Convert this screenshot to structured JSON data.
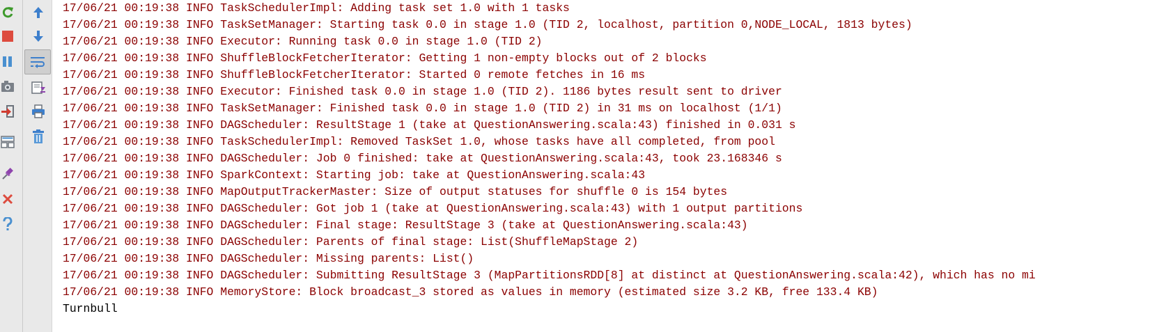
{
  "colors": {
    "toolbar_bg": "#e9e9e9",
    "log_text": "#8b0000",
    "output_text": "#000000",
    "rerun_green": "#3e9a2c",
    "stop_red": "#dd4b3e",
    "pause_blue": "#4a90d0",
    "arrow_blue": "#3d7fcc"
  },
  "toolbar_left": {
    "buttons": [
      {
        "icon": "rerun-icon"
      },
      {
        "icon": "stop-icon"
      },
      {
        "icon": "pause-icon"
      },
      {
        "icon": "camera-icon"
      },
      {
        "icon": "login-icon"
      },
      {
        "icon": "layout-icon"
      },
      {
        "icon": "pin-icon"
      },
      {
        "icon": "close-icon"
      },
      {
        "icon": "help-icon"
      }
    ]
  },
  "toolbar_right": {
    "buttons": [
      {
        "icon": "up-arrow-icon"
      },
      {
        "icon": "down-arrow-icon"
      },
      {
        "icon": "soft-wrap-icon",
        "selected": true
      },
      {
        "icon": "scroll-to-end-icon"
      },
      {
        "icon": "print-icon"
      },
      {
        "icon": "trash-icon"
      }
    ]
  },
  "console": {
    "lines": [
      {
        "kind": "log",
        "text": "17/06/21 00:19:38 INFO TaskSchedulerImpl: Adding task set 1.0 with 1 tasks"
      },
      {
        "kind": "log",
        "text": "17/06/21 00:19:38 INFO TaskSetManager: Starting task 0.0 in stage 1.0 (TID 2, localhost, partition 0,NODE_LOCAL, 1813 bytes)"
      },
      {
        "kind": "log",
        "text": "17/06/21 00:19:38 INFO Executor: Running task 0.0 in stage 1.0 (TID 2)"
      },
      {
        "kind": "log",
        "text": "17/06/21 00:19:38 INFO ShuffleBlockFetcherIterator: Getting 1 non-empty blocks out of 2 blocks"
      },
      {
        "kind": "log",
        "text": "17/06/21 00:19:38 INFO ShuffleBlockFetcherIterator: Started 0 remote fetches in 16 ms"
      },
      {
        "kind": "log",
        "text": "17/06/21 00:19:38 INFO Executor: Finished task 0.0 in stage 1.0 (TID 2). 1186 bytes result sent to driver"
      },
      {
        "kind": "log",
        "text": "17/06/21 00:19:38 INFO TaskSetManager: Finished task 0.0 in stage 1.0 (TID 2) in 31 ms on localhost (1/1)"
      },
      {
        "kind": "log",
        "text": "17/06/21 00:19:38 INFO DAGScheduler: ResultStage 1 (take at QuestionAnswering.scala:43) finished in 0.031 s"
      },
      {
        "kind": "log",
        "text": "17/06/21 00:19:38 INFO TaskSchedulerImpl: Removed TaskSet 1.0, whose tasks have all completed, from pool"
      },
      {
        "kind": "log",
        "text": "17/06/21 00:19:38 INFO DAGScheduler: Job 0 finished: take at QuestionAnswering.scala:43, took 23.168346 s"
      },
      {
        "kind": "log",
        "text": "17/06/21 00:19:38 INFO SparkContext: Starting job: take at QuestionAnswering.scala:43"
      },
      {
        "kind": "log",
        "text": "17/06/21 00:19:38 INFO MapOutputTrackerMaster: Size of output statuses for shuffle 0 is 154 bytes"
      },
      {
        "kind": "log",
        "text": "17/06/21 00:19:38 INFO DAGScheduler: Got job 1 (take at QuestionAnswering.scala:43) with 1 output partitions"
      },
      {
        "kind": "log",
        "text": "17/06/21 00:19:38 INFO DAGScheduler: Final stage: ResultStage 3 (take at QuestionAnswering.scala:43)"
      },
      {
        "kind": "log",
        "text": "17/06/21 00:19:38 INFO DAGScheduler: Parents of final stage: List(ShuffleMapStage 2)"
      },
      {
        "kind": "log",
        "text": "17/06/21 00:19:38 INFO DAGScheduler: Missing parents: List()"
      },
      {
        "kind": "log",
        "text": "17/06/21 00:19:38 INFO DAGScheduler: Submitting ResultStage 3 (MapPartitionsRDD[8] at distinct at QuestionAnswering.scala:42), which has no mi"
      },
      {
        "kind": "log",
        "text": "17/06/21 00:19:38 INFO MemoryStore: Block broadcast_3 stored as values in memory (estimated size 3.2 KB, free 133.4 KB)"
      },
      {
        "kind": "out",
        "text": "Turnbull"
      }
    ]
  }
}
